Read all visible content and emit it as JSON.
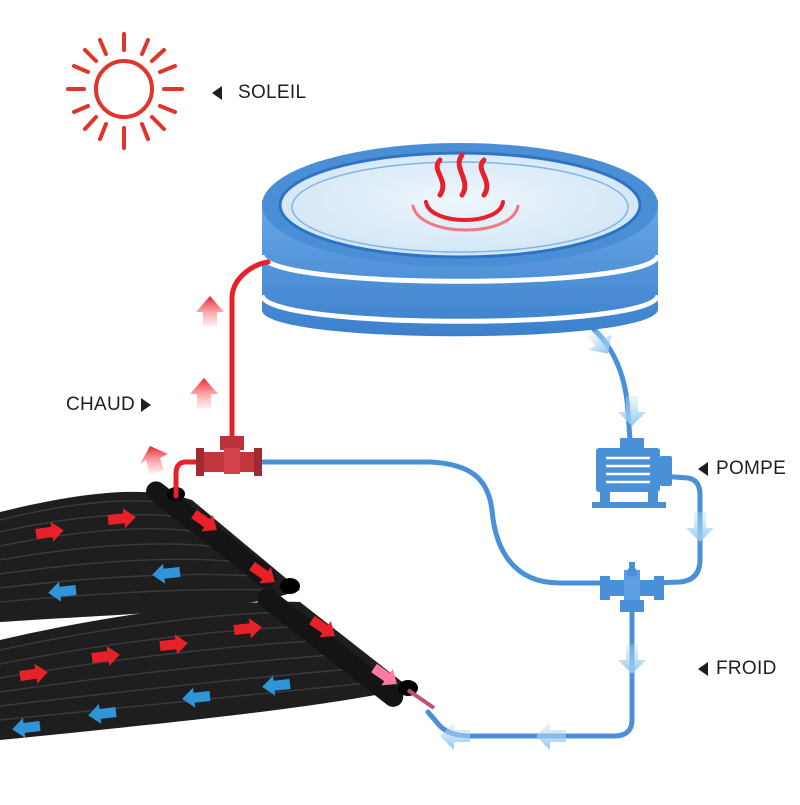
{
  "labels": {
    "sun": "SOLEIL",
    "hot": "CHAUD",
    "pump": "POMPE",
    "cold": "FROID"
  },
  "colors": {
    "hot": "#e8202a",
    "cold": "#4a90d9",
    "pool_rim": "#4a8fd6",
    "pool_water": "#dcecf7",
    "panel": "#1c1c1c",
    "sun": "#e0352b"
  },
  "icons": [
    "sun-icon",
    "steam-icon",
    "pump-icon",
    "tee-valve-icon",
    "mixing-valve-icon",
    "flow-arrow-icon"
  ]
}
